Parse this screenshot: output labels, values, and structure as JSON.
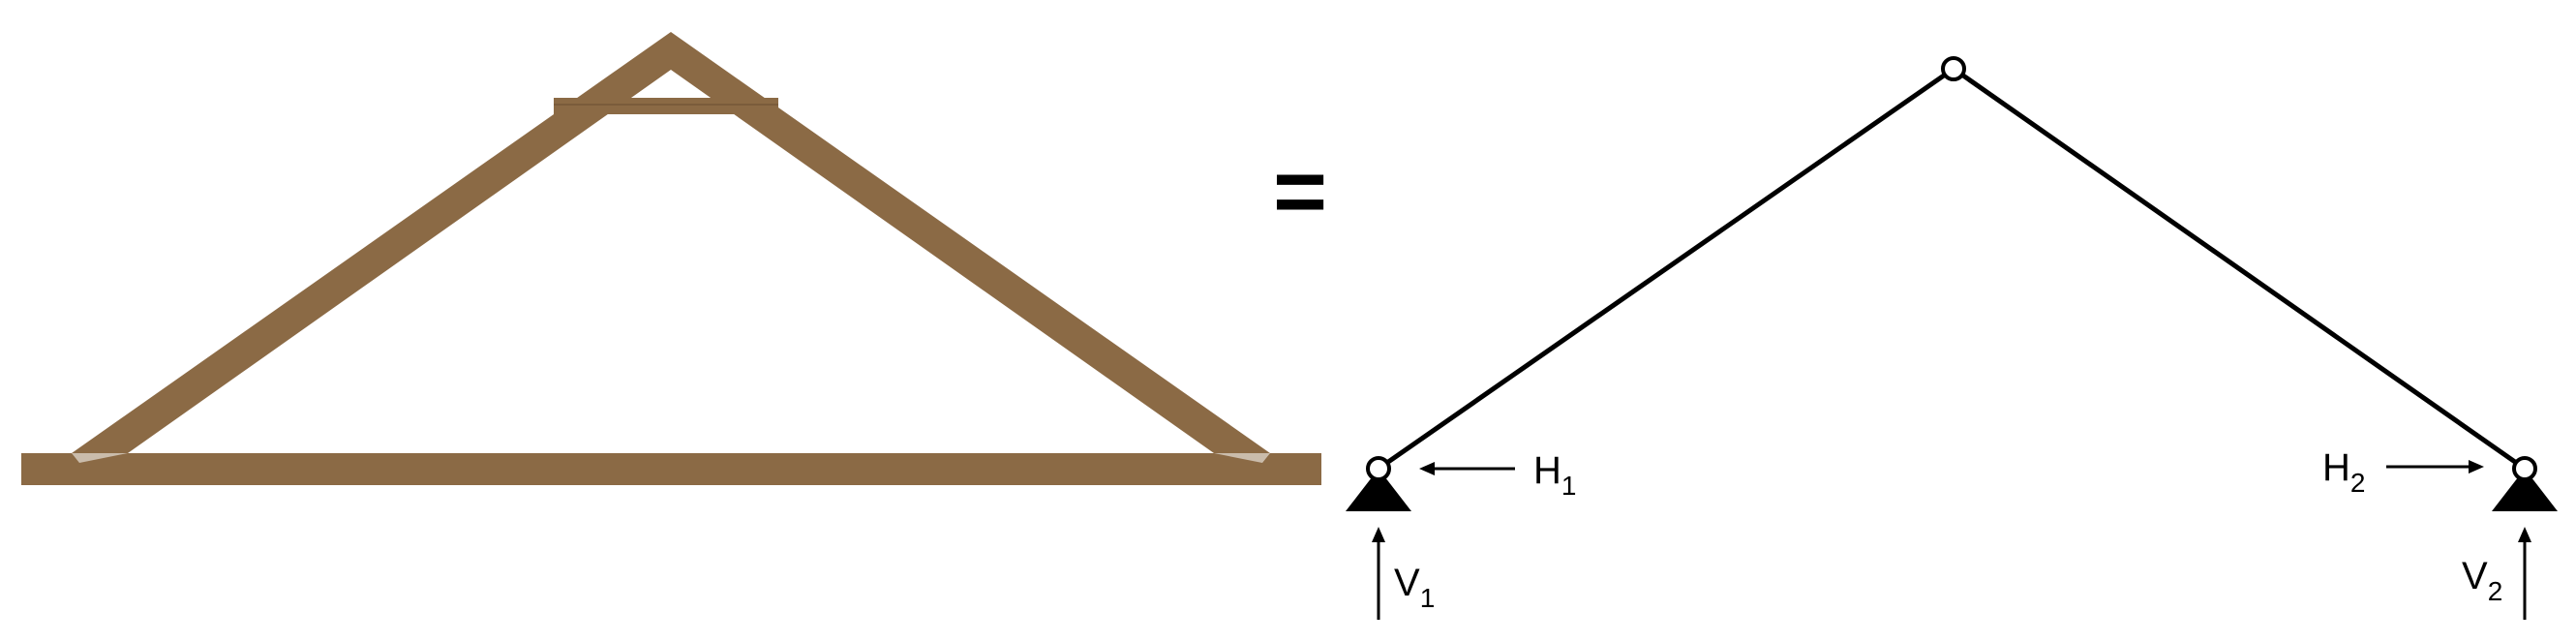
{
  "colors": {
    "timber": "#8B6A45",
    "timber_dark": "#7A5C3B",
    "line": "#000000",
    "background": "#ffffff"
  },
  "equals_symbol": "=",
  "labels": {
    "h1_main": "H",
    "h1_sub": "1",
    "v1_main": "V",
    "v1_sub": "1",
    "h2_main": "H",
    "h2_sub": "2",
    "v2_main": "V",
    "v2_sub": "2"
  },
  "icons": {
    "left_support": "pin-support-icon",
    "right_support": "pin-support-icon",
    "top_hinge": "hinge-icon"
  }
}
